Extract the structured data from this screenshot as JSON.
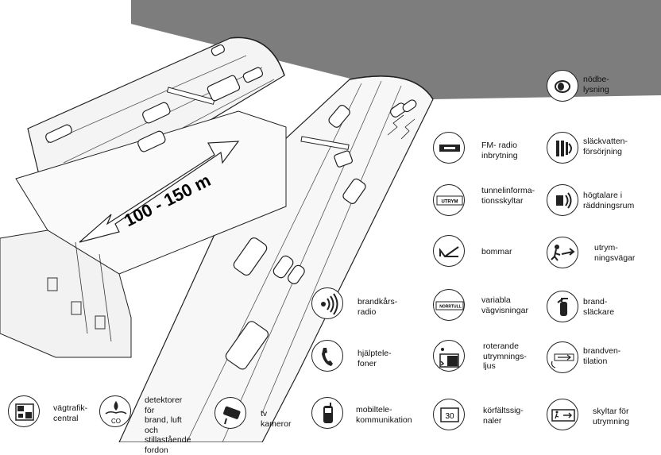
{
  "distance_label": "100 - 150 m",
  "legend": [
    {
      "id": "nodbelysning",
      "icon": "emergency-light-icon",
      "label": "nödbe-\nlysning"
    },
    {
      "id": "fm-radio",
      "icon": "radio-device-icon",
      "label": "FM- radio\ninbrytning"
    },
    {
      "id": "slackvatten",
      "icon": "water-hose-icon",
      "label": "släckvatten-\nförsörjning"
    },
    {
      "id": "tunnelinfo",
      "icon": "info-sign-icon",
      "sign_text": "UTRYM",
      "label": "tunnelinforma-\ntionsskyltar"
    },
    {
      "id": "hogtalare",
      "icon": "loudspeaker-icon",
      "label": "högtalare i\nräddningsrum"
    },
    {
      "id": "bommar",
      "icon": "barrier-icon",
      "label": "bommar"
    },
    {
      "id": "utrymningsvagar",
      "icon": "evacuation-route-icon",
      "label": "utrym-\nningsvägar"
    },
    {
      "id": "brandkarsradio",
      "icon": "radio-waves-icon",
      "label": "brandkårs-\nradio"
    },
    {
      "id": "variabla",
      "icon": "variable-sign-icon",
      "sign_text": "NORRTULL",
      "label": "variabla\nvägvisningar"
    },
    {
      "id": "brandslackare",
      "icon": "fire-extinguisher-icon",
      "label": "brand-\nsläckare"
    },
    {
      "id": "hjalptelefoner",
      "icon": "telephone-icon",
      "label": "hjälptele-\nfoner"
    },
    {
      "id": "roterande",
      "icon": "rotating-light-icon",
      "label": "roterande\nutrymnings-\nljus"
    },
    {
      "id": "brandventilation",
      "icon": "ventilation-fan-icon",
      "label": "brandven-\ntilation"
    },
    {
      "id": "vagtrafik",
      "icon": "traffic-control-icon",
      "label": "vägtrafik-\ncentral"
    },
    {
      "id": "detektorer",
      "icon": "co-detector-icon",
      "sign_text": "CO",
      "label": "detektorer för\nbrand, luft och\nstillastående\nfordon"
    },
    {
      "id": "tvkameror",
      "icon": "camera-icon",
      "label": "tv kameror"
    },
    {
      "id": "mobiltele",
      "icon": "mobile-phone-icon",
      "label": "mobiltele-\nkommunikation"
    },
    {
      "id": "korfalt",
      "icon": "lane-signal-icon",
      "sign_text": "30",
      "label": "körfältssig-\nnaler"
    },
    {
      "id": "skyltar",
      "icon": "exit-sign-icon",
      "label": "skyltar för\nutrymning"
    }
  ]
}
